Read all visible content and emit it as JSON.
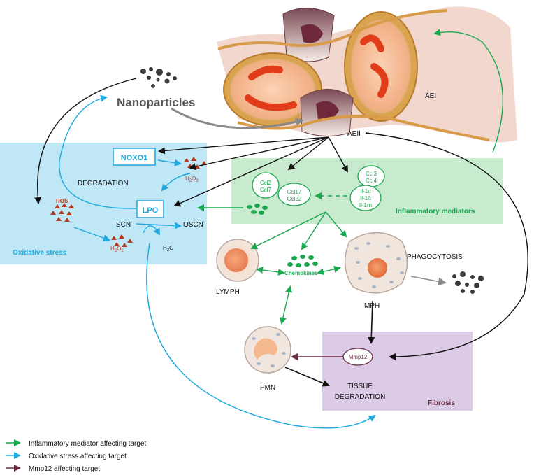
{
  "labels": {
    "nanoparticles": "Nanoparticles",
    "aei": "AEI",
    "aeii": "AEII",
    "noxo1": "NOXO1",
    "h2o2_top": "H2O2",
    "degradation": "DEGRADATION",
    "lpo": "LPO",
    "ros": "ROS",
    "scn": "SCN",
    "oscn": "OSCN",
    "h2o2_bottom": "H2O2",
    "h2o": "H2O",
    "oxidative_stress": "Oxidative stress",
    "inflammatory_mediators": "Inflammatory mediators",
    "lymph": "LYMPH",
    "chemokines": "Chemokines",
    "mph": "MPH",
    "phagocytosis": "PHAGOCYTOSIS",
    "pmn": "PMN",
    "mmp12": "Mmp12",
    "tissue": "TISSUE",
    "degradation2": "DEGRADATION",
    "fibrosis": "Fibrosis"
  },
  "mediator_ovals": {
    "oval1": [
      "Ccl2",
      "Ccl7"
    ],
    "oval2": [
      "Ccl17",
      "Ccl22"
    ],
    "oval3": [
      "Ccl3",
      "Ccl4"
    ],
    "oval4": [
      "Il-1α",
      "Il-1ß",
      "Il-1rn"
    ]
  },
  "legend": [
    {
      "label": "Inflammatory mediator affecting target",
      "color": "#1aa84f"
    },
    {
      "label": "Oxidative stress affecting target",
      "color": "#1ea9de"
    },
    {
      "label": "Mmp12 affecting target",
      "color": "#6b2d45"
    }
  ],
  "colors": {
    "green": "#1aa84f",
    "blue": "#1ea9de",
    "maroon": "#6b2d45",
    "black": "#111111",
    "grey": "#8a8a8a",
    "oxidative_box": "#bfe7f6",
    "inflammatory_box": "#c8ebd0",
    "fibrosis_box": "#dccbe6",
    "ros_red": "#b8391a"
  }
}
